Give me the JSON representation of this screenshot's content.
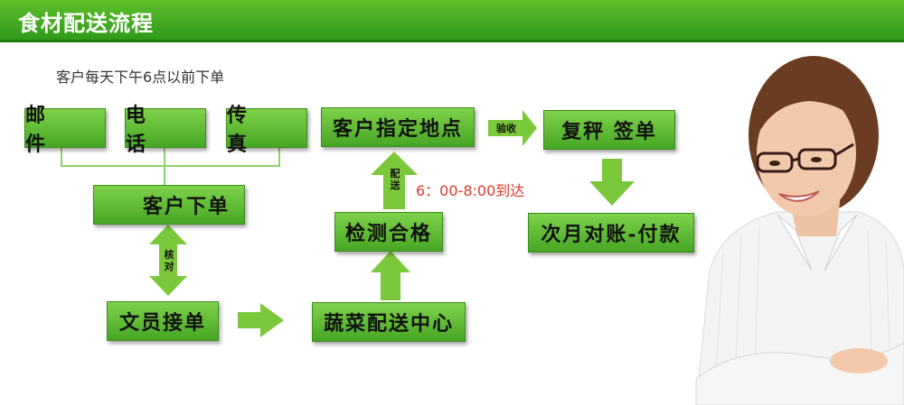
{
  "header": {
    "title": "食材配送流程"
  },
  "note": "客户每天下午6点以前下单",
  "boxes": {
    "mail": "邮 件",
    "phone": "电 话",
    "fax": "传 真",
    "customer_order": "客户下单",
    "clerk": "文员接单",
    "center": "蔬菜配送中心",
    "inspect": "检测合格",
    "location": "客户指定地点",
    "reweigh": "复秤 签单",
    "payment": "次月对账-付款"
  },
  "labels": {
    "verify": "核对",
    "delivery": "配送",
    "acceptance": "验收",
    "time": "6：00-8:00到达"
  },
  "colors": {
    "header_green": "#2f9a1b",
    "box_green": "#5cbf30",
    "arrow_green": "#7bc83a",
    "time_red": "#e03a2a"
  }
}
